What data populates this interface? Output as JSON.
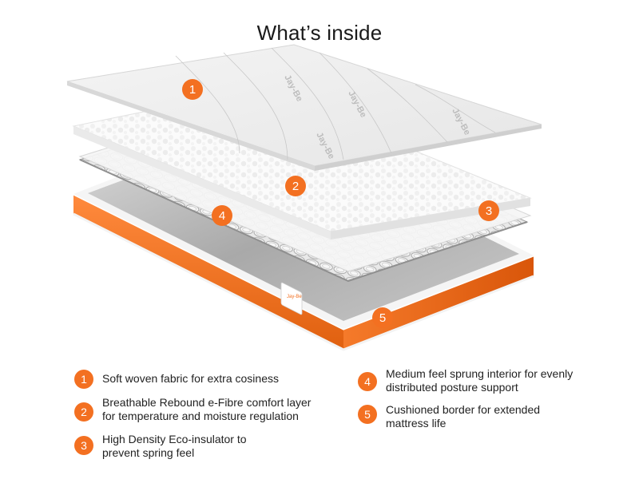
{
  "title": "What’s inside",
  "accent_color": "#f37021",
  "fabric_print": "Jay-Be",
  "label_brand": "Jay-Be",
  "layers": [
    {
      "number": "1",
      "description": "Soft woven fabric for extra cosiness"
    },
    {
      "number": "2",
      "description": "Breathable Rebound e-Fibre comfort layer\nfor temperature and moisture regulation"
    },
    {
      "number": "3",
      "description": "High Density Eco-insulator to\nprevent spring feel"
    },
    {
      "number": "4",
      "description": "Medium feel sprung interior for evenly\ndistributed posture support"
    },
    {
      "number": "5",
      "description": "Cushioned border for extended\nmattress life"
    }
  ]
}
